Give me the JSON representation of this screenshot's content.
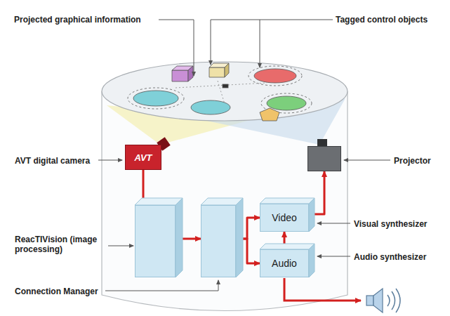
{
  "diagram": {
    "nodes": [
      {
        "text": [
          "AVT",
          "AVT digital camera"
        ]
      },
      {
        "text": [
          "ReacTIVision (image processing)"
        ]
      },
      {
        "text": [
          "Connection Manager"
        ]
      },
      {
        "text": [
          "Video",
          "Visual synthesizer"
        ]
      },
      {
        "text": [
          "Audio",
          "Audio synthesizer"
        ]
      },
      {
        "text": [
          "Projector"
        ]
      }
    ],
    "edges": [
      {
        "from": 0,
        "to": 1,
        "arrow": "to"
      },
      {
        "from": 1,
        "to": 2,
        "arrow": "to"
      },
      {
        "from": 2,
        "to": 3,
        "arrow": "to"
      },
      {
        "from": 2,
        "to": 4,
        "arrow": "to"
      },
      {
        "from": 4,
        "to": 3,
        "arrow": "to"
      },
      {
        "from": 3,
        "to": 5,
        "arrow": "to"
      }
    ],
    "labels": [
      "Projected graphical information",
      "Tagged control objects"
    ]
  }
}
